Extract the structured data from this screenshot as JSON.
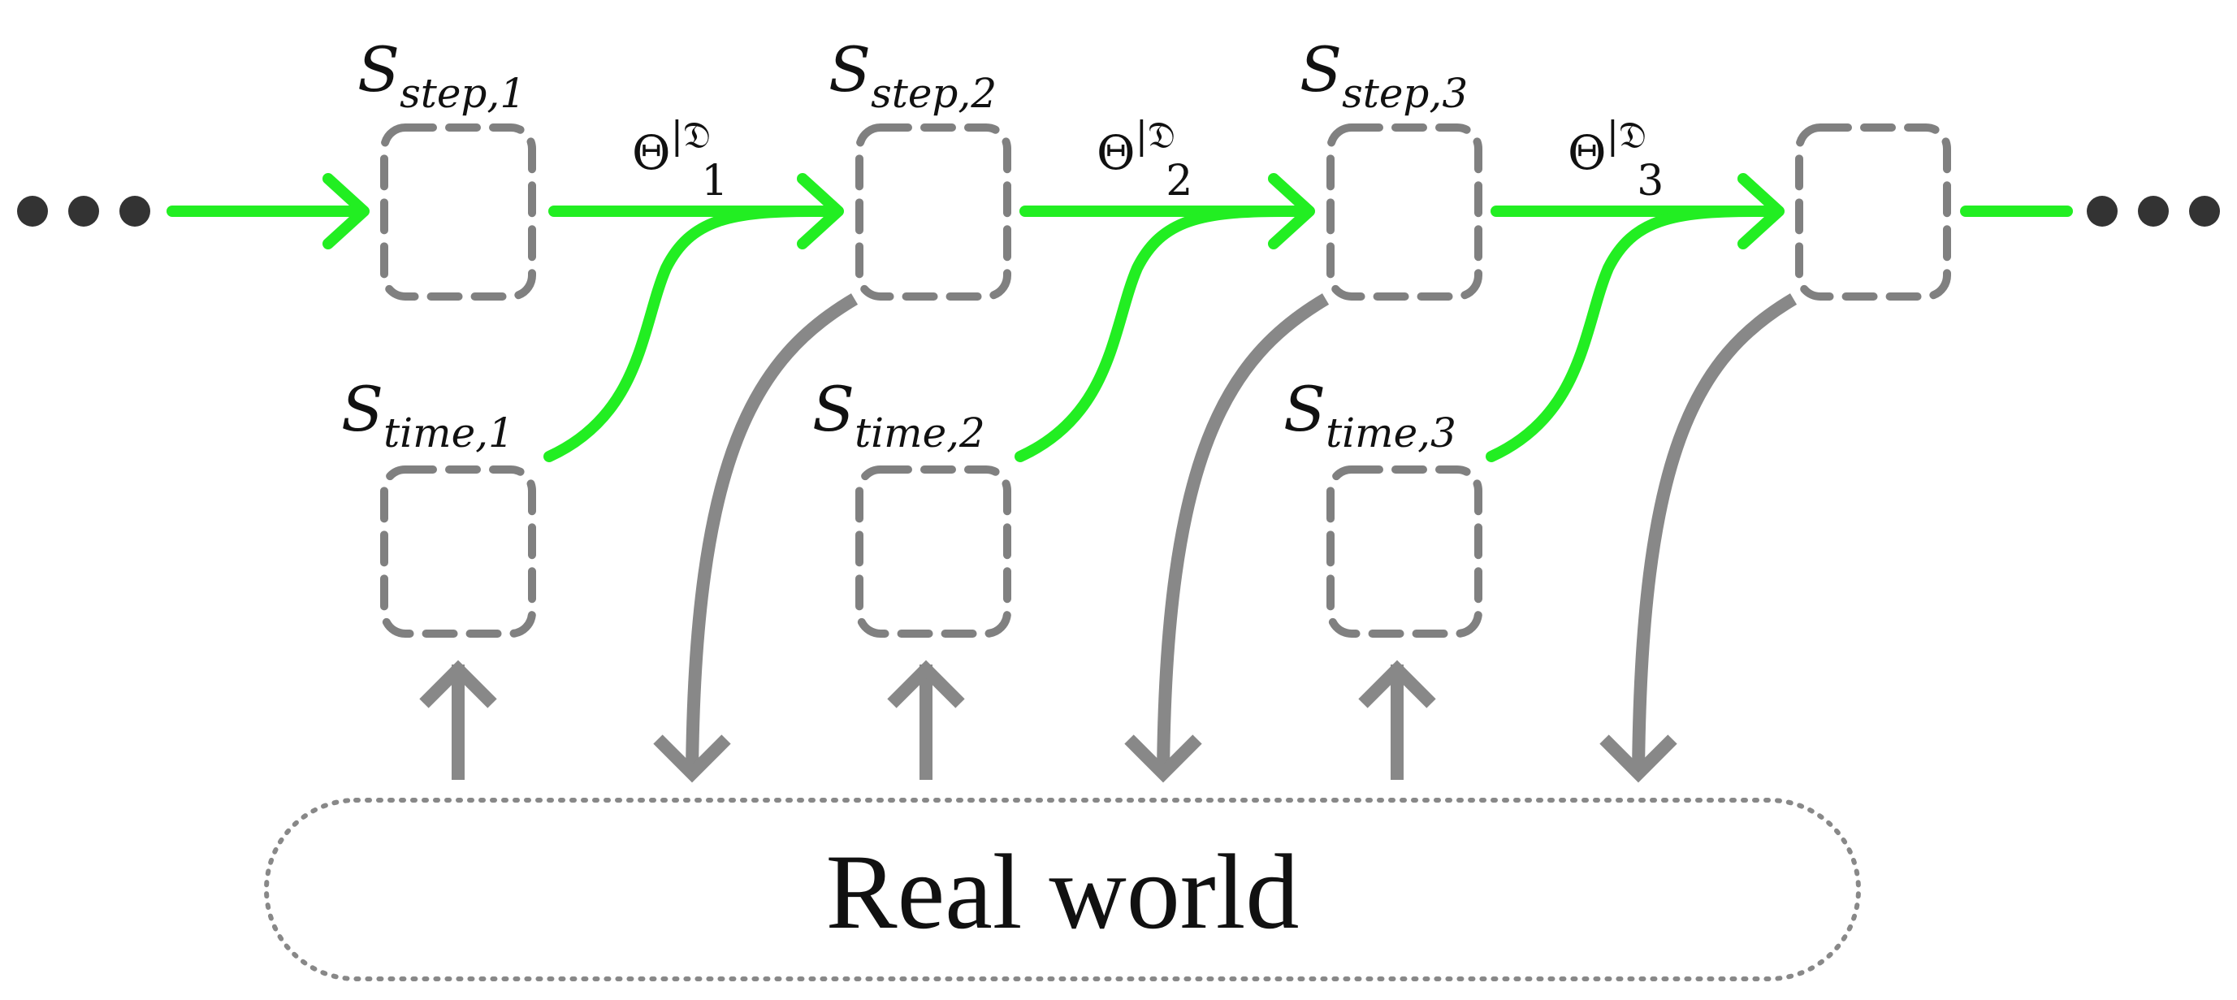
{
  "states": [
    {
      "step_main": "S",
      "step_sub": "step,1",
      "time_main": "S",
      "time_sub": "time,1"
    },
    {
      "step_main": "S",
      "step_sub": "step,2",
      "time_main": "S",
      "time_sub": "time,2"
    },
    {
      "step_main": "S",
      "step_sub": "step,3",
      "time_main": "S",
      "time_sub": "time,3"
    }
  ],
  "transitions": [
    {
      "symbol": "Θ",
      "superscript": "|𝔇",
      "subscript": "1"
    },
    {
      "symbol": "Θ",
      "superscript": "|𝔇",
      "subscript": "2"
    },
    {
      "symbol": "Θ",
      "superscript": "|𝔇",
      "subscript": "3"
    }
  ],
  "environment": {
    "label": "Real world"
  },
  "colors": {
    "transition_flow": "#22ee22",
    "box_outline": "#808080",
    "interaction_arrow": "#888888",
    "ellipsis_dots": "#333333"
  }
}
